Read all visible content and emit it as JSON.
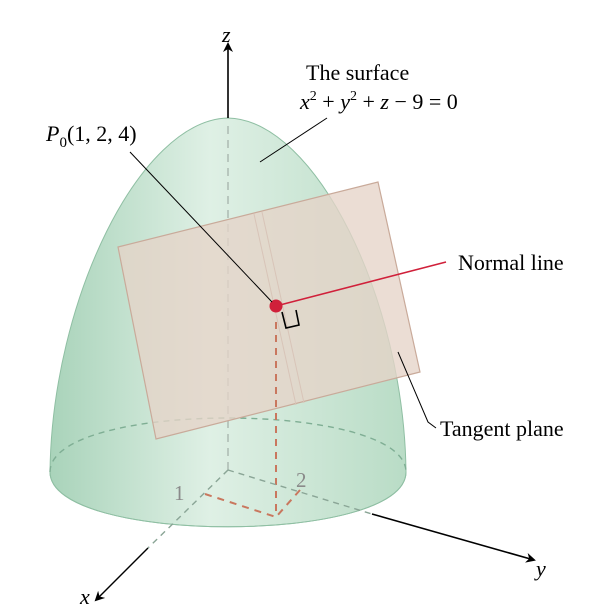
{
  "axes": {
    "z_label": "z",
    "y_label": "y",
    "x_label": "x"
  },
  "point": {
    "symbol": "P",
    "subscript": "0",
    "coords": "(1, 2, 4)"
  },
  "surface": {
    "title": "The surface",
    "eq_x": "x",
    "eq_x_exp": "2",
    "eq_plus1": " + ",
    "eq_y": "y",
    "eq_y_exp": "2",
    "eq_plus2": " + ",
    "eq_z": "z",
    "eq_rest": " − 9 = 0"
  },
  "labels": {
    "normal_line": "Normal line",
    "tangent_plane": "Tangent plane"
  },
  "ticks": {
    "x_tick": "1",
    "y_tick": "2"
  },
  "colors": {
    "surface_fill": "#cfe8d8",
    "plane_fill": "#e9d6cc",
    "normal_line": "#d0203a",
    "point": "#d0203a"
  }
}
